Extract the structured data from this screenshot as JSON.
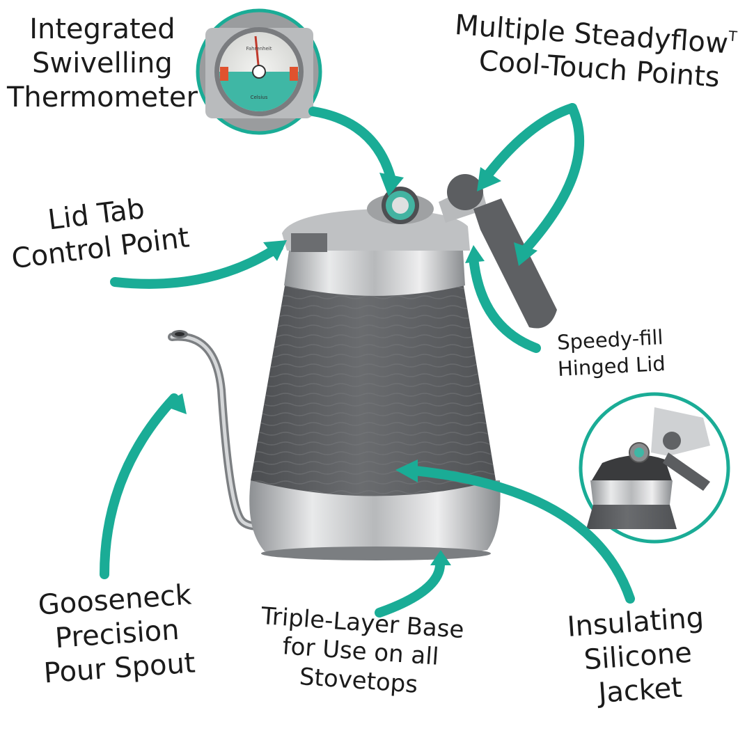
{
  "colors": {
    "accent": "#1aac96",
    "jacket": "#5e6063",
    "steel": "#c8cacc",
    "background": "#ffffff"
  },
  "callouts": {
    "thermometer": [
      "Integrated",
      "Swivelling",
      "Thermometer"
    ],
    "cool_touch": [
      "Multiple Steadyflow",
      "Cool-Touch Points"
    ],
    "cool_touch_tm": "TM",
    "lid_tab": [
      "Lid Tab",
      "Control Point"
    ],
    "hinged_lid": [
      "Speedy-fill",
      "Hinged Lid"
    ],
    "gooseneck": [
      "Gooseneck",
      "Precision",
      "Pour Spout"
    ],
    "base": [
      "Triple-Layer Base",
      "for Use on all",
      "Stovetops"
    ],
    "jacket": [
      "Insulating",
      "Silicone",
      "Jacket"
    ]
  },
  "dial": {
    "scale_top": "Fahrenheit",
    "scale_bottom": "Celsius"
  },
  "icons": [
    "arrow-icon",
    "thermometer-dial-icon",
    "kettle-illustration",
    "hinged-lid-inset"
  ]
}
